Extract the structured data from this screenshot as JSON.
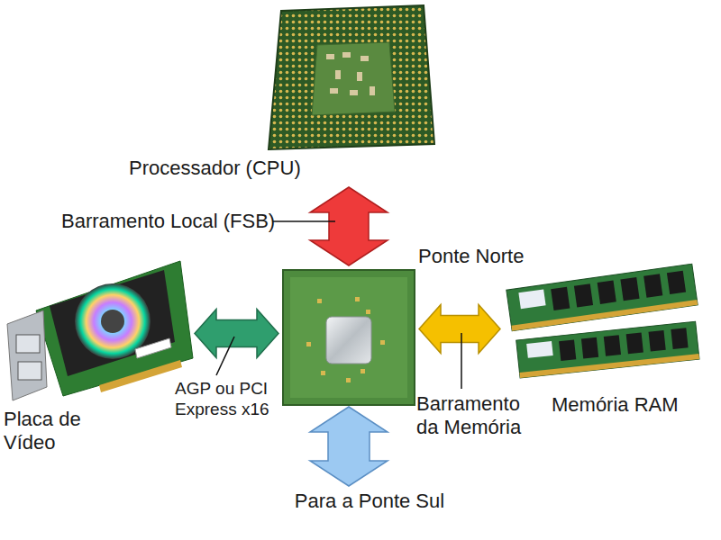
{
  "diagram": {
    "nodes": [
      {
        "text": [
          "Processador (CPU)"
        ]
      },
      {
        "text": [
          "Placa de Vídeo"
        ]
      },
      {
        "text": [
          "Ponte Norte"
        ]
      },
      {
        "text": [
          "Memória RAM"
        ]
      }
    ],
    "edges": [
      {
        "from": 0,
        "to": 2,
        "arrow": "both",
        "label": "Barramento Local (FSB)"
      },
      {
        "from": 1,
        "to": 2,
        "arrow": "both",
        "label": "AGP ou PCI Express x16"
      },
      {
        "from": 2,
        "to": 3,
        "arrow": "both",
        "label": "Barramento da Memória"
      }
    ],
    "labels": [
      "Para a Ponte Sul"
    ]
  }
}
